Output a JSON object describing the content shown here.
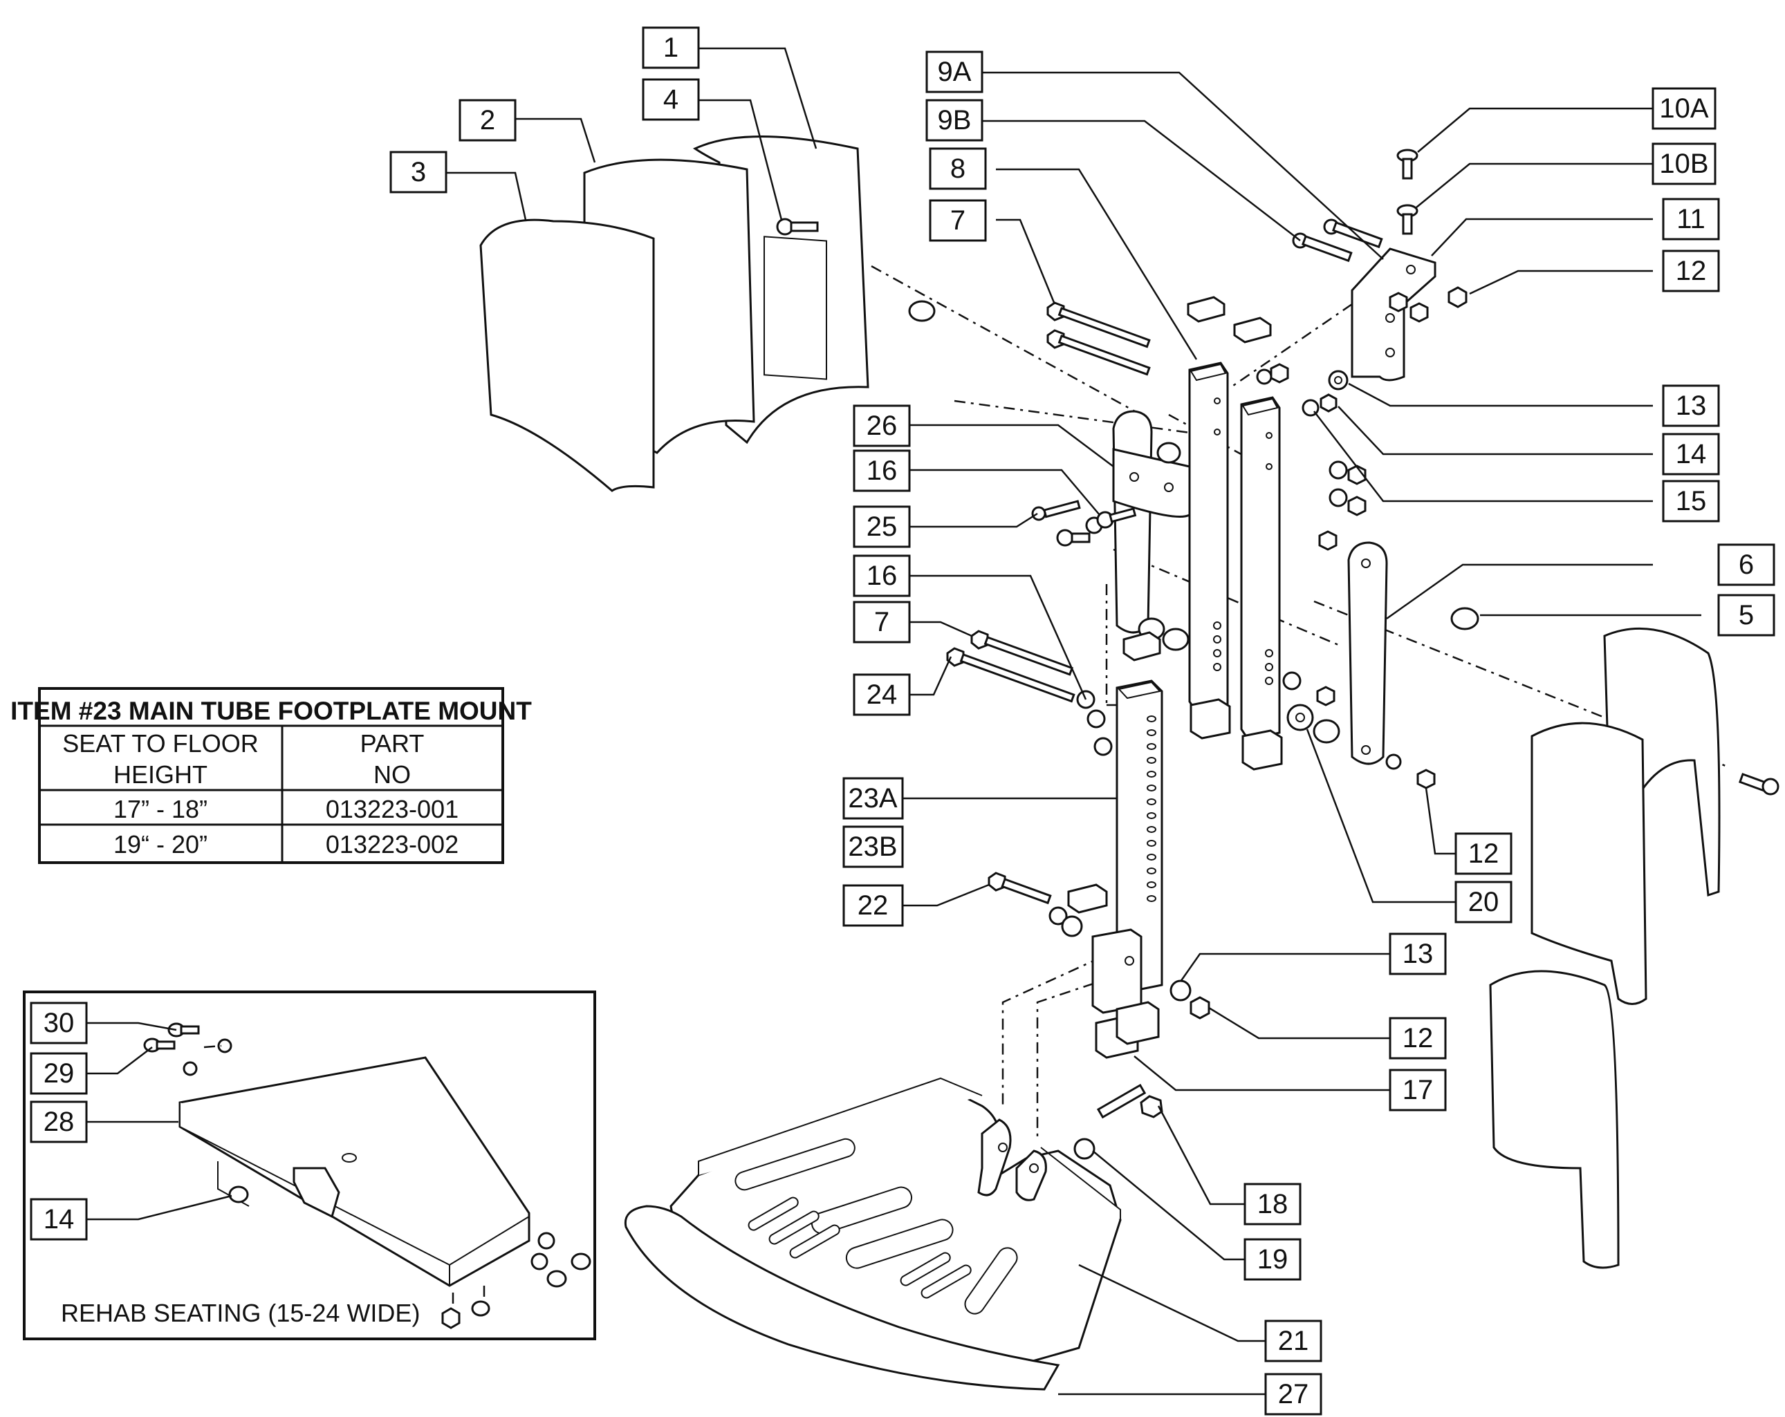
{
  "callouts": {
    "c1": "1",
    "c2": "2",
    "c3": "3",
    "c4": "4",
    "c5": "5",
    "c6": "6",
    "c7a": "7",
    "c7b": "7",
    "c8": "8",
    "c9a": "9A",
    "c9b": "9B",
    "c10a": "10A",
    "c10b": "10B",
    "c11": "11",
    "c12a": "12",
    "c12b": "12",
    "c12c": "12",
    "c13a": "13",
    "c13b": "13",
    "c14": "14",
    "c15": "15",
    "c16a": "16",
    "c16b": "16",
    "c17": "17",
    "c18": "18",
    "c19": "19",
    "c20": "20",
    "c21": "21",
    "c22": "22",
    "c23a": "23A",
    "c23b": "23B",
    "c24": "24",
    "c25": "25",
    "c26": "26",
    "c27": "27",
    "c28": "28",
    "c29": "29",
    "c30": "30",
    "c14b": "14"
  },
  "table": {
    "title": "ITEM #23 MAIN TUBE FOOTPLATE MOUNT",
    "header_col1_line1": "SEAT TO FLOOR",
    "header_col1_line2": "HEIGHT",
    "header_col2_line1": "PART",
    "header_col2_line2": "NO",
    "rows": [
      {
        "height": "17” - 18”",
        "part_no": "013223-001"
      },
      {
        "height": "19“ - 20”",
        "part_no": "013223-002"
      }
    ]
  },
  "inset": {
    "caption": "REHAB SEATING (15-24 WIDE)"
  }
}
